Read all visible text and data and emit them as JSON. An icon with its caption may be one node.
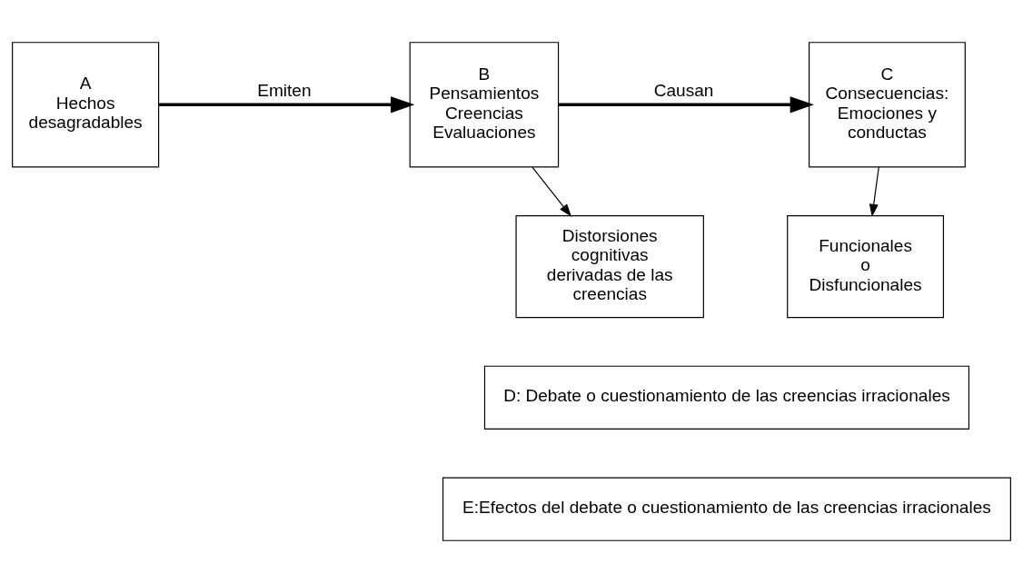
{
  "diagram": {
    "nodes": [
      {
        "text": [
          "A",
          "Hechos desagradables"
        ]
      },
      {
        "text": [
          "B",
          "Pensamientos",
          "Creencias",
          "Evaluaciones"
        ]
      },
      {
        "text": [
          "C",
          "Consecuencias: Emociones y conductas"
        ]
      },
      {
        "text": [
          "Distorsiones cognitivas derivadas de las creencias"
        ]
      },
      {
        "text": [
          "Funcionales",
          "o",
          "Disfuncionales"
        ]
      },
      {
        "text": [
          "D: Debate o cuestionamiento de las creencias irracionales"
        ]
      },
      {
        "text": [
          "E:Efectos del debate o cuestionamiento de las creencias irracionales"
        ]
      }
    ],
    "edges": [
      {
        "from": 0,
        "to": 1,
        "arrow": "to",
        "label": "Emiten",
        "style": "thick"
      },
      {
        "from": 1,
        "to": 2,
        "arrow": "to",
        "label": "Causan",
        "style": "thick"
      },
      {
        "from": 1,
        "to": 3,
        "arrow": "to"
      },
      {
        "from": 2,
        "to": 4,
        "arrow": "to"
      }
    ]
  }
}
